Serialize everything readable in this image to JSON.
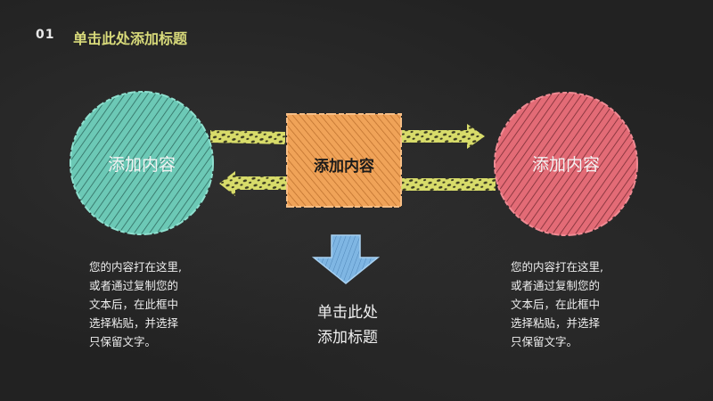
{
  "slide": {
    "number": "01",
    "title": "单击此处添加标题"
  },
  "left_circle": {
    "label": "添加内容"
  },
  "center_box": {
    "label": "添加内容"
  },
  "right_circle": {
    "label": "添加内容"
  },
  "left_text": {
    "lines": [
      "您的内容打在这里,",
      "或者通过复制您的",
      "文本后，在此框中",
      "选择粘贴，并选择",
      "只保留文字。"
    ]
  },
  "right_text": {
    "lines": [
      "您的内容打在这里,",
      "或者通过复制您的",
      "文本后，在此框中",
      "选择粘贴，并选择",
      "只保留文字。"
    ]
  },
  "center_title": {
    "lines": [
      "单击此处",
      "添加标题"
    ]
  },
  "colors": {
    "background": "#222222",
    "title": "#d8da7a",
    "teal": "#6cc9b6",
    "pink": "#e36b76",
    "orange": "#f0a358",
    "arrow_yellow": "#d8dc6a",
    "arrow_blue": "#7fb6e3"
  }
}
